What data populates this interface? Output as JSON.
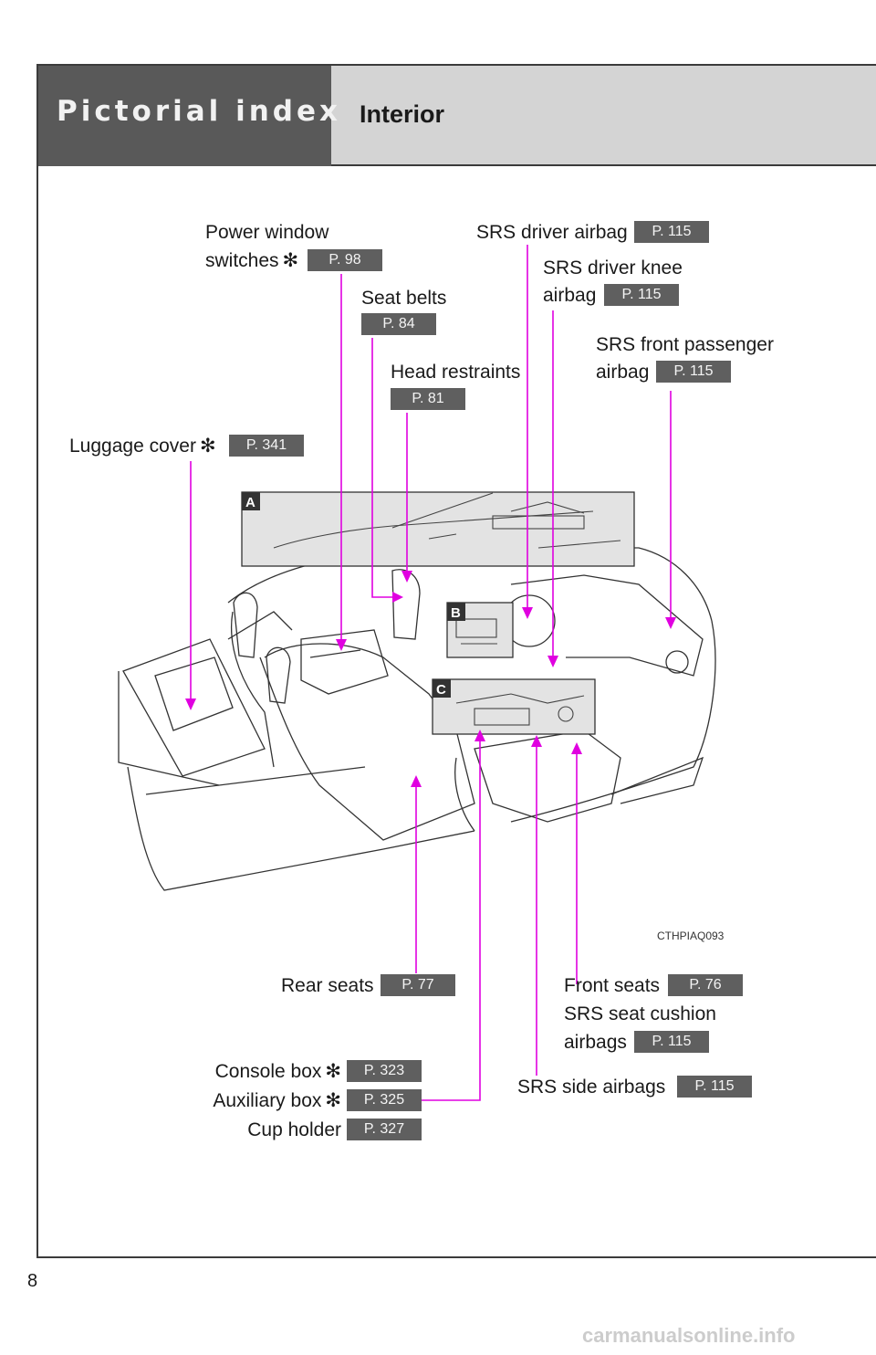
{
  "header": {
    "section_title": "Pictorial index",
    "subsection_title": "Interior"
  },
  "labels": {
    "power_window_l1": "Power window",
    "power_window_l2": "switches",
    "power_window_ref": "P. 98",
    "seat_belts": "Seat belts",
    "seat_belts_ref": "P. 84",
    "head_restraints": "Head restraints",
    "head_restraints_ref": "P. 81",
    "luggage_cover": "Luggage cover",
    "luggage_cover_ref": "P. 341",
    "srs_driver_airbag": "SRS driver airbag",
    "srs_driver_airbag_ref": "P. 115",
    "srs_driver_knee_l1": "SRS driver knee",
    "srs_driver_knee_l2": "airbag",
    "srs_driver_knee_ref": "P. 115",
    "srs_front_pass_l1": "SRS front passenger",
    "srs_front_pass_l2": "airbag",
    "srs_front_pass_ref": "P. 115",
    "rear_seats": "Rear seats",
    "rear_seats_ref": "P. 77",
    "front_seats": "Front seats",
    "front_seats_ref": "P. 76",
    "srs_seat_cushion_l1": "SRS seat cushion",
    "srs_seat_cushion_l2": "airbags",
    "srs_seat_cushion_ref": "P. 115",
    "console_box": "Console box",
    "console_box_ref": "P. 323",
    "auxiliary_box": "Auxiliary box",
    "auxiliary_box_ref": "P. 325",
    "cup_holder": "Cup holder",
    "cup_holder_ref": "P. 327",
    "srs_side_airbags": "SRS side airbags",
    "srs_side_airbags_ref": "P. 115",
    "star_symbol": "✻"
  },
  "callouts": {
    "a": "A",
    "b": "B",
    "c": "C"
  },
  "image_code": "CTHPIAQ093",
  "page_number": "8",
  "watermark": "carmanualsonline.info",
  "colors": {
    "leader": "#e000e0",
    "header_dark": "#595959",
    "header_light": "#d4d4d4",
    "ref_badge": "#5f5f5f"
  }
}
